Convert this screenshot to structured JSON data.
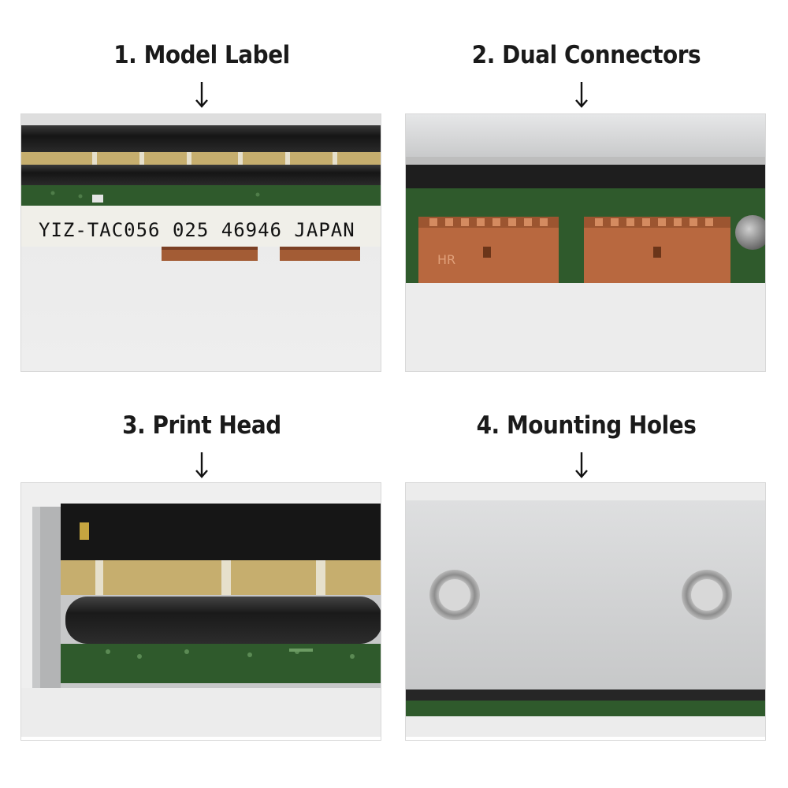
{
  "panels": [
    {
      "title": "1. Model Label",
      "label_text": "YIZ-TAC056 025 46946 JAPAN"
    },
    {
      "title": "2. Dual Connectors",
      "connector_mark": "HR"
    },
    {
      "title": "3. Print Head"
    },
    {
      "title": "4. Mounting Holes"
    }
  ],
  "colors": {
    "aluminum": "#d9dadb",
    "pcb_green": "#2f5a2c",
    "connector_orange": "#b8683f",
    "gold_strip": "#c6ae6e",
    "rubber_black": "#1c1c1c"
  }
}
